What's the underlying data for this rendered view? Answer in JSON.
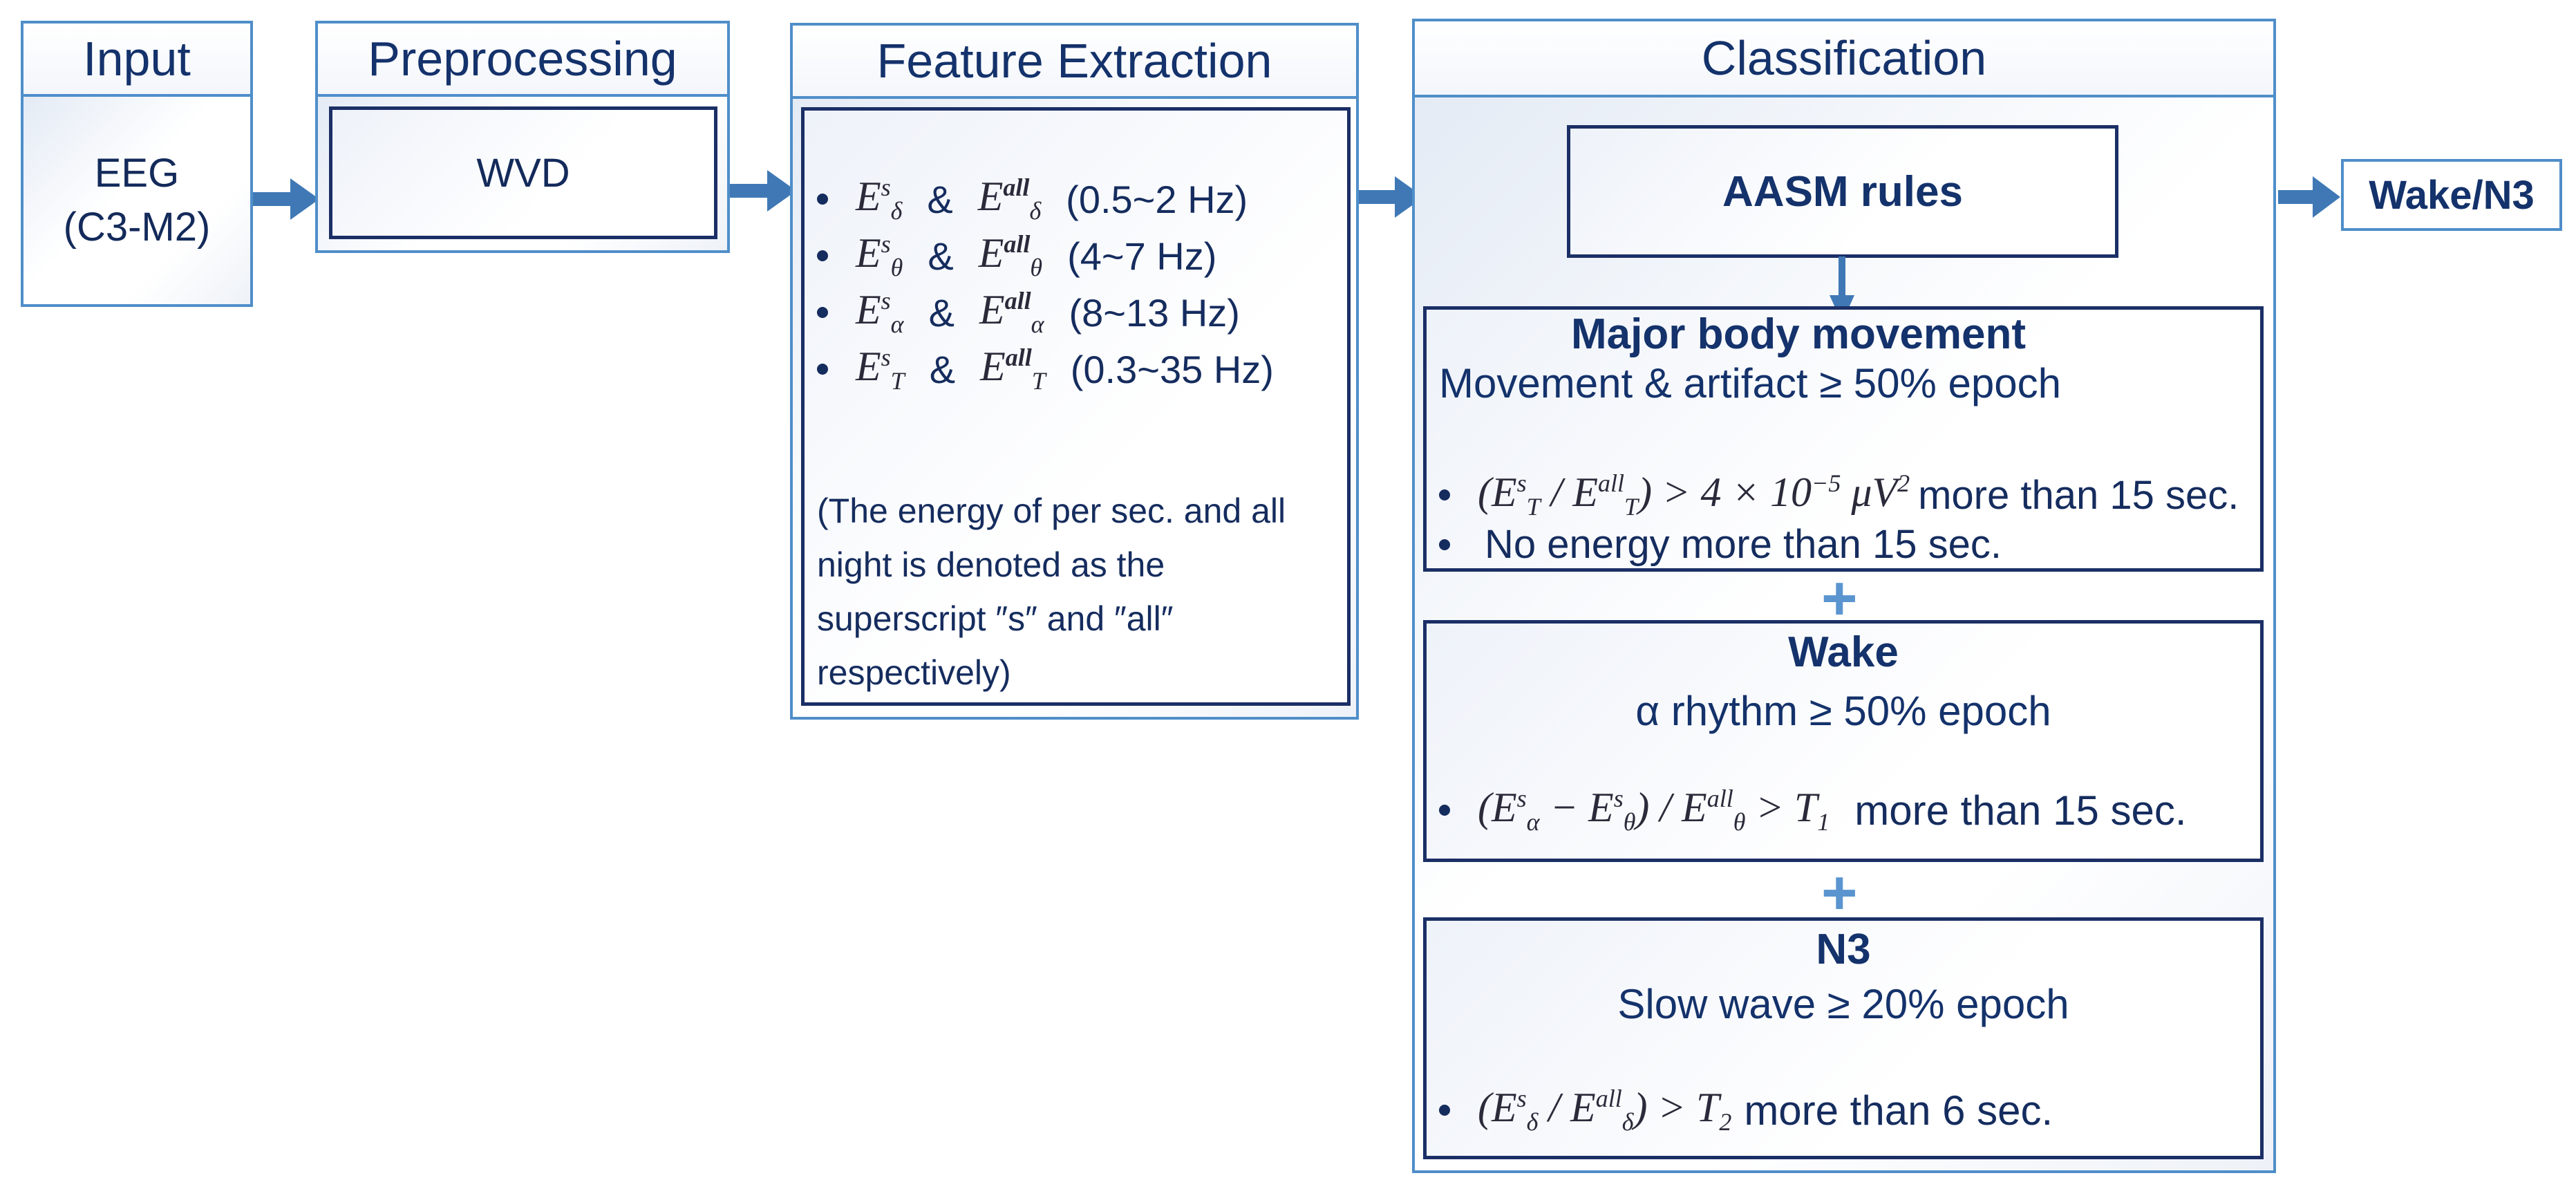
{
  "input": {
    "title": "Input",
    "content_line1": "EEG",
    "content_line2": "(C3-M2)"
  },
  "preprocessing": {
    "title": "Preprocessing",
    "content": "WVD"
  },
  "feature_extraction": {
    "title": "Feature Extraction",
    "items": [
      {
        "band": "δ",
        "range": "(0.5~2 Hz)"
      },
      {
        "band": "θ",
        "range": "(4~7 Hz)"
      },
      {
        "band": "α",
        "range": "(8~13 Hz)"
      },
      {
        "band": "T",
        "range": "(0.3~35 Hz)"
      }
    ],
    "note_line1": "(The energy of per sec. and all",
    "note_line2": "night is denoted as the",
    "note_line3": "superscript ″s″ and ″all″",
    "note_line4": "respectively)"
  },
  "classification": {
    "title": "Classification",
    "aasm": "AASM rules",
    "major_body_movement": {
      "title": "Major body movement",
      "subtitle": "Movement & artifact ≥ 50% epoch",
      "bullet1_suffix": "more than 15 sec.",
      "bullet2": "No energy more than 15 sec."
    },
    "wake": {
      "title": "Wake",
      "subtitle": "α rhythm ≥ 50% epoch",
      "bullet_suffix": "more than 15 sec."
    },
    "n3": {
      "title": "N3",
      "subtitle": "Slow wave ≥ 20% epoch",
      "bullet_suffix": "more than 6 sec."
    },
    "plus": "+"
  },
  "output": {
    "label": "Wake/N3"
  },
  "colors": {
    "panel_border": "#4f8ec9",
    "dark_border": "#1b2f66",
    "arrow": "#3f78b5",
    "text": "#14326b"
  }
}
